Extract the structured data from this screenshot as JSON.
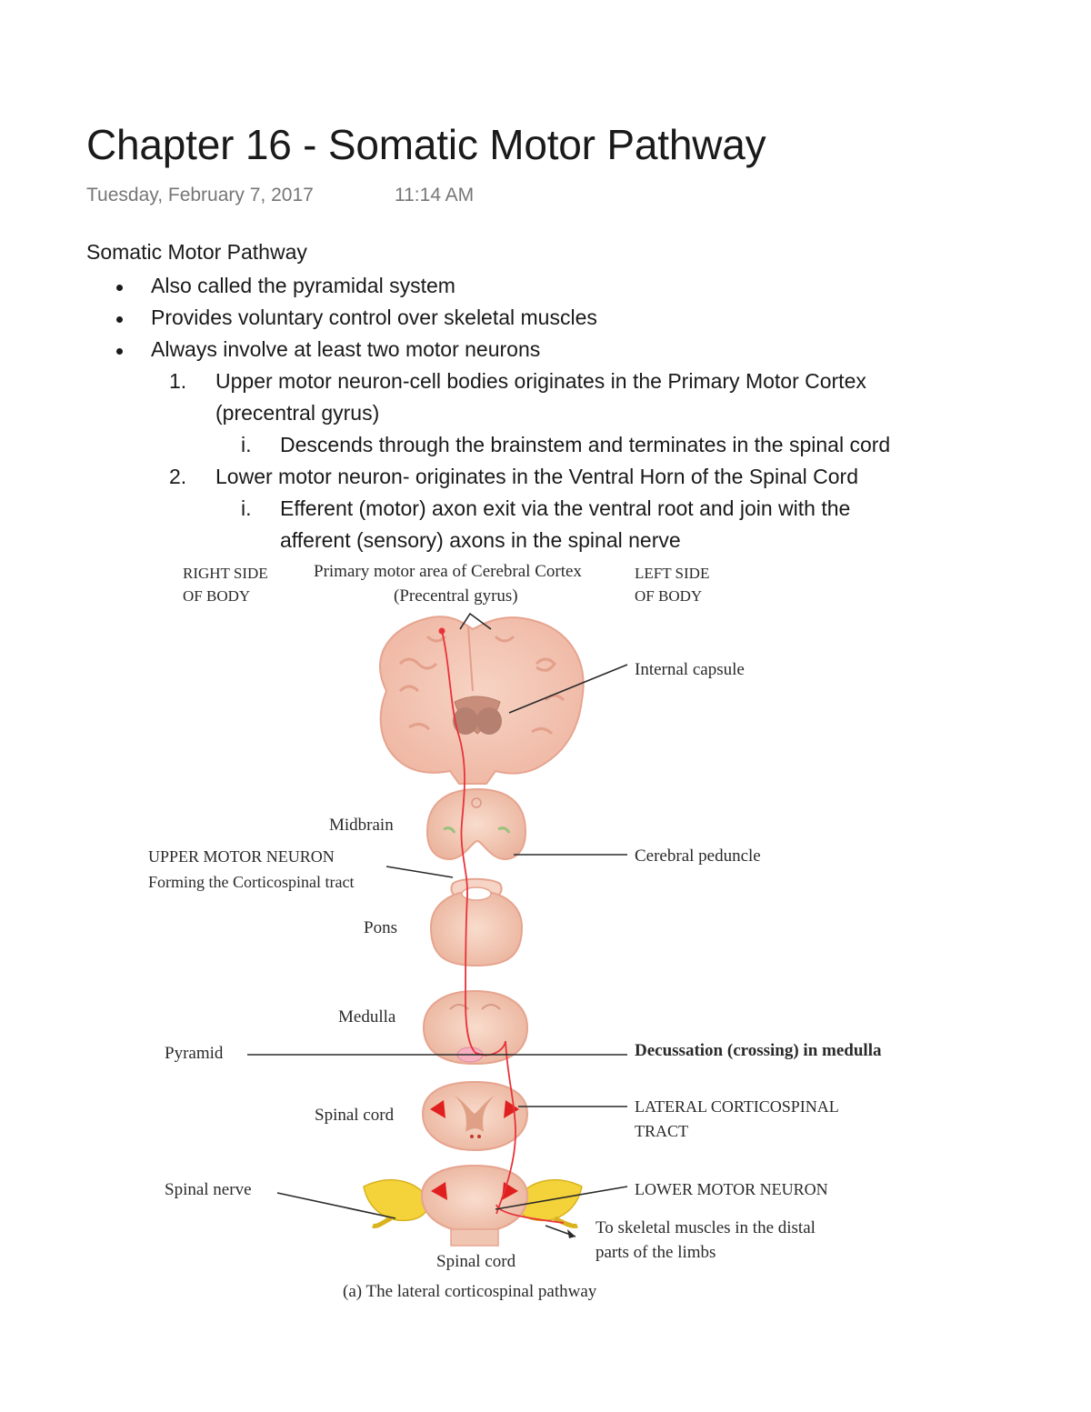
{
  "page": {
    "title": "Chapter 16 - Somatic Motor Pathway",
    "date": "Tuesday, February 7, 2017",
    "time": "11:14 AM"
  },
  "notes": {
    "heading": "Somatic Motor Pathway",
    "bullets": [
      "Also called the pyramidal system",
      "Provides voluntary control over skeletal muscles",
      "Always involve at least two motor neurons"
    ],
    "numbered": [
      {
        "marker": "1.",
        "line1": "Upper motor neuron-cell bodies originates in the Primary Motor Cortex",
        "line2": "(precentral gyrus)",
        "sub_marker": "i.",
        "sub_line1": "Descends through the brainstem and terminates in the spinal cord",
        "sub_line2": ""
      },
      {
        "marker": "2.",
        "line1": "Lower motor neuron- originates in the Ventral Horn of the Spinal Cord",
        "line2": "",
        "sub_marker": "i.",
        "sub_line1": "Efferent (motor) axon exit via the ventral root and join with the",
        "sub_line2": "afferent (sensory) axons in the spinal nerve"
      }
    ]
  },
  "figure": {
    "right_side_1": "RIGHT SIDE",
    "right_side_2": "OF BODY",
    "primary_1": "Primary motor area of Cerebral Cortex",
    "primary_2": "(Precentral gyrus)",
    "left_side_1": "LEFT SIDE",
    "left_side_2": "OF BODY",
    "internal_capsule": "Internal capsule",
    "midbrain": "Midbrain",
    "cerebral_peduncle": "Cerebral peduncle",
    "upper_motor_neuron": "UPPER MOTOR NEURON",
    "forming_tract": "Forming the Corticospinal tract",
    "pons": "Pons",
    "medulla": "Medulla",
    "pyramid": "Pyramid",
    "decussation": "Decussation (crossing) in medulla",
    "spinal_cord_mid": "Spinal cord",
    "lateral_tract_1": "LATERAL CORTICOSPINAL",
    "lateral_tract_2": "TRACT",
    "spinal_nerve": "Spinal nerve",
    "lower_motor_neuron": "LOWER MOTOR NEURON",
    "to_muscles_1": "To skeletal muscles in the distal",
    "to_muscles_2": "parts of the limbs",
    "spinal_cord_bottom": "Spinal cord",
    "caption": "(a) The lateral corticospinal pathway",
    "colors": {
      "brain_tissue": "#f2c2b0",
      "brain_outline": "#e6a48f",
      "neuron_line": "#e8333a",
      "nerve_yellow": "#f4d23a",
      "tract_red": "#e0201e"
    }
  }
}
